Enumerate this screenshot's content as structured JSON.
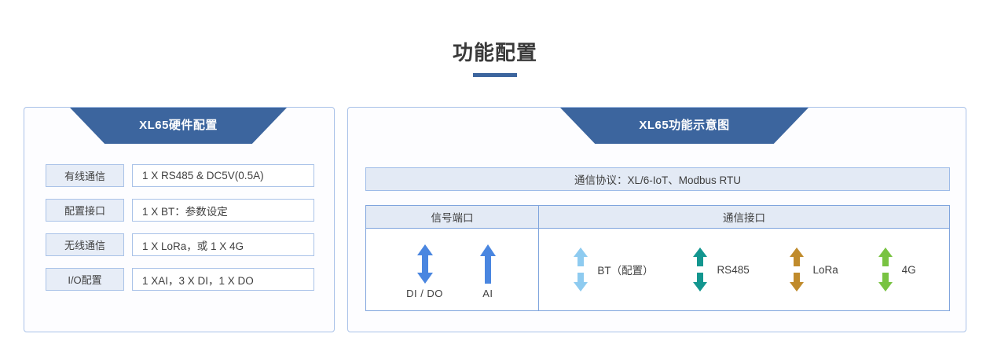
{
  "page": {
    "title": "功能配置"
  },
  "left_panel": {
    "banner": "XL65硬件配置",
    "rows": [
      {
        "label": "有线通信",
        "value": "1 X RS485 & DC5V(0.5A)"
      },
      {
        "label": "配置接口",
        "value": "1 X BT：参数设定"
      },
      {
        "label": "无线通信",
        "value": "1 X LoRa，或 1 X 4G"
      },
      {
        "label": "I/O配置",
        "value": "1 XAI，3 X DI，1 X DO"
      }
    ]
  },
  "right_panel": {
    "banner": "XL65功能示意图",
    "protocol": "通信协议：XL/6-IoT、Modbus RTU",
    "table": {
      "headers": {
        "signal": "信号端口",
        "comm": "通信接口"
      },
      "signals": [
        {
          "label": "DI / DO",
          "icon": "double-arrow-icon",
          "color": "#4a86e0"
        },
        {
          "label": "AI",
          "icon": "up-arrow-icon",
          "color": "#4a86e0"
        }
      ],
      "comms": [
        {
          "label": "BT（配置）",
          "icon": "split-double-arrow-icon",
          "color": "#8ecbf0"
        },
        {
          "label": "RS485",
          "icon": "split-double-arrow-icon",
          "color": "#13968f"
        },
        {
          "label": "LoRa",
          "icon": "split-double-arrow-icon",
          "color": "#c08b2c"
        },
        {
          "label": "4G",
          "icon": "split-double-arrow-icon",
          "color": "#79c342"
        }
      ]
    }
  },
  "colors": {
    "brand_blue": "#3c659e",
    "panel_border": "#a9c2e8",
    "cell_fill": "#e7edf7",
    "table_border": "#7fa4dd"
  }
}
